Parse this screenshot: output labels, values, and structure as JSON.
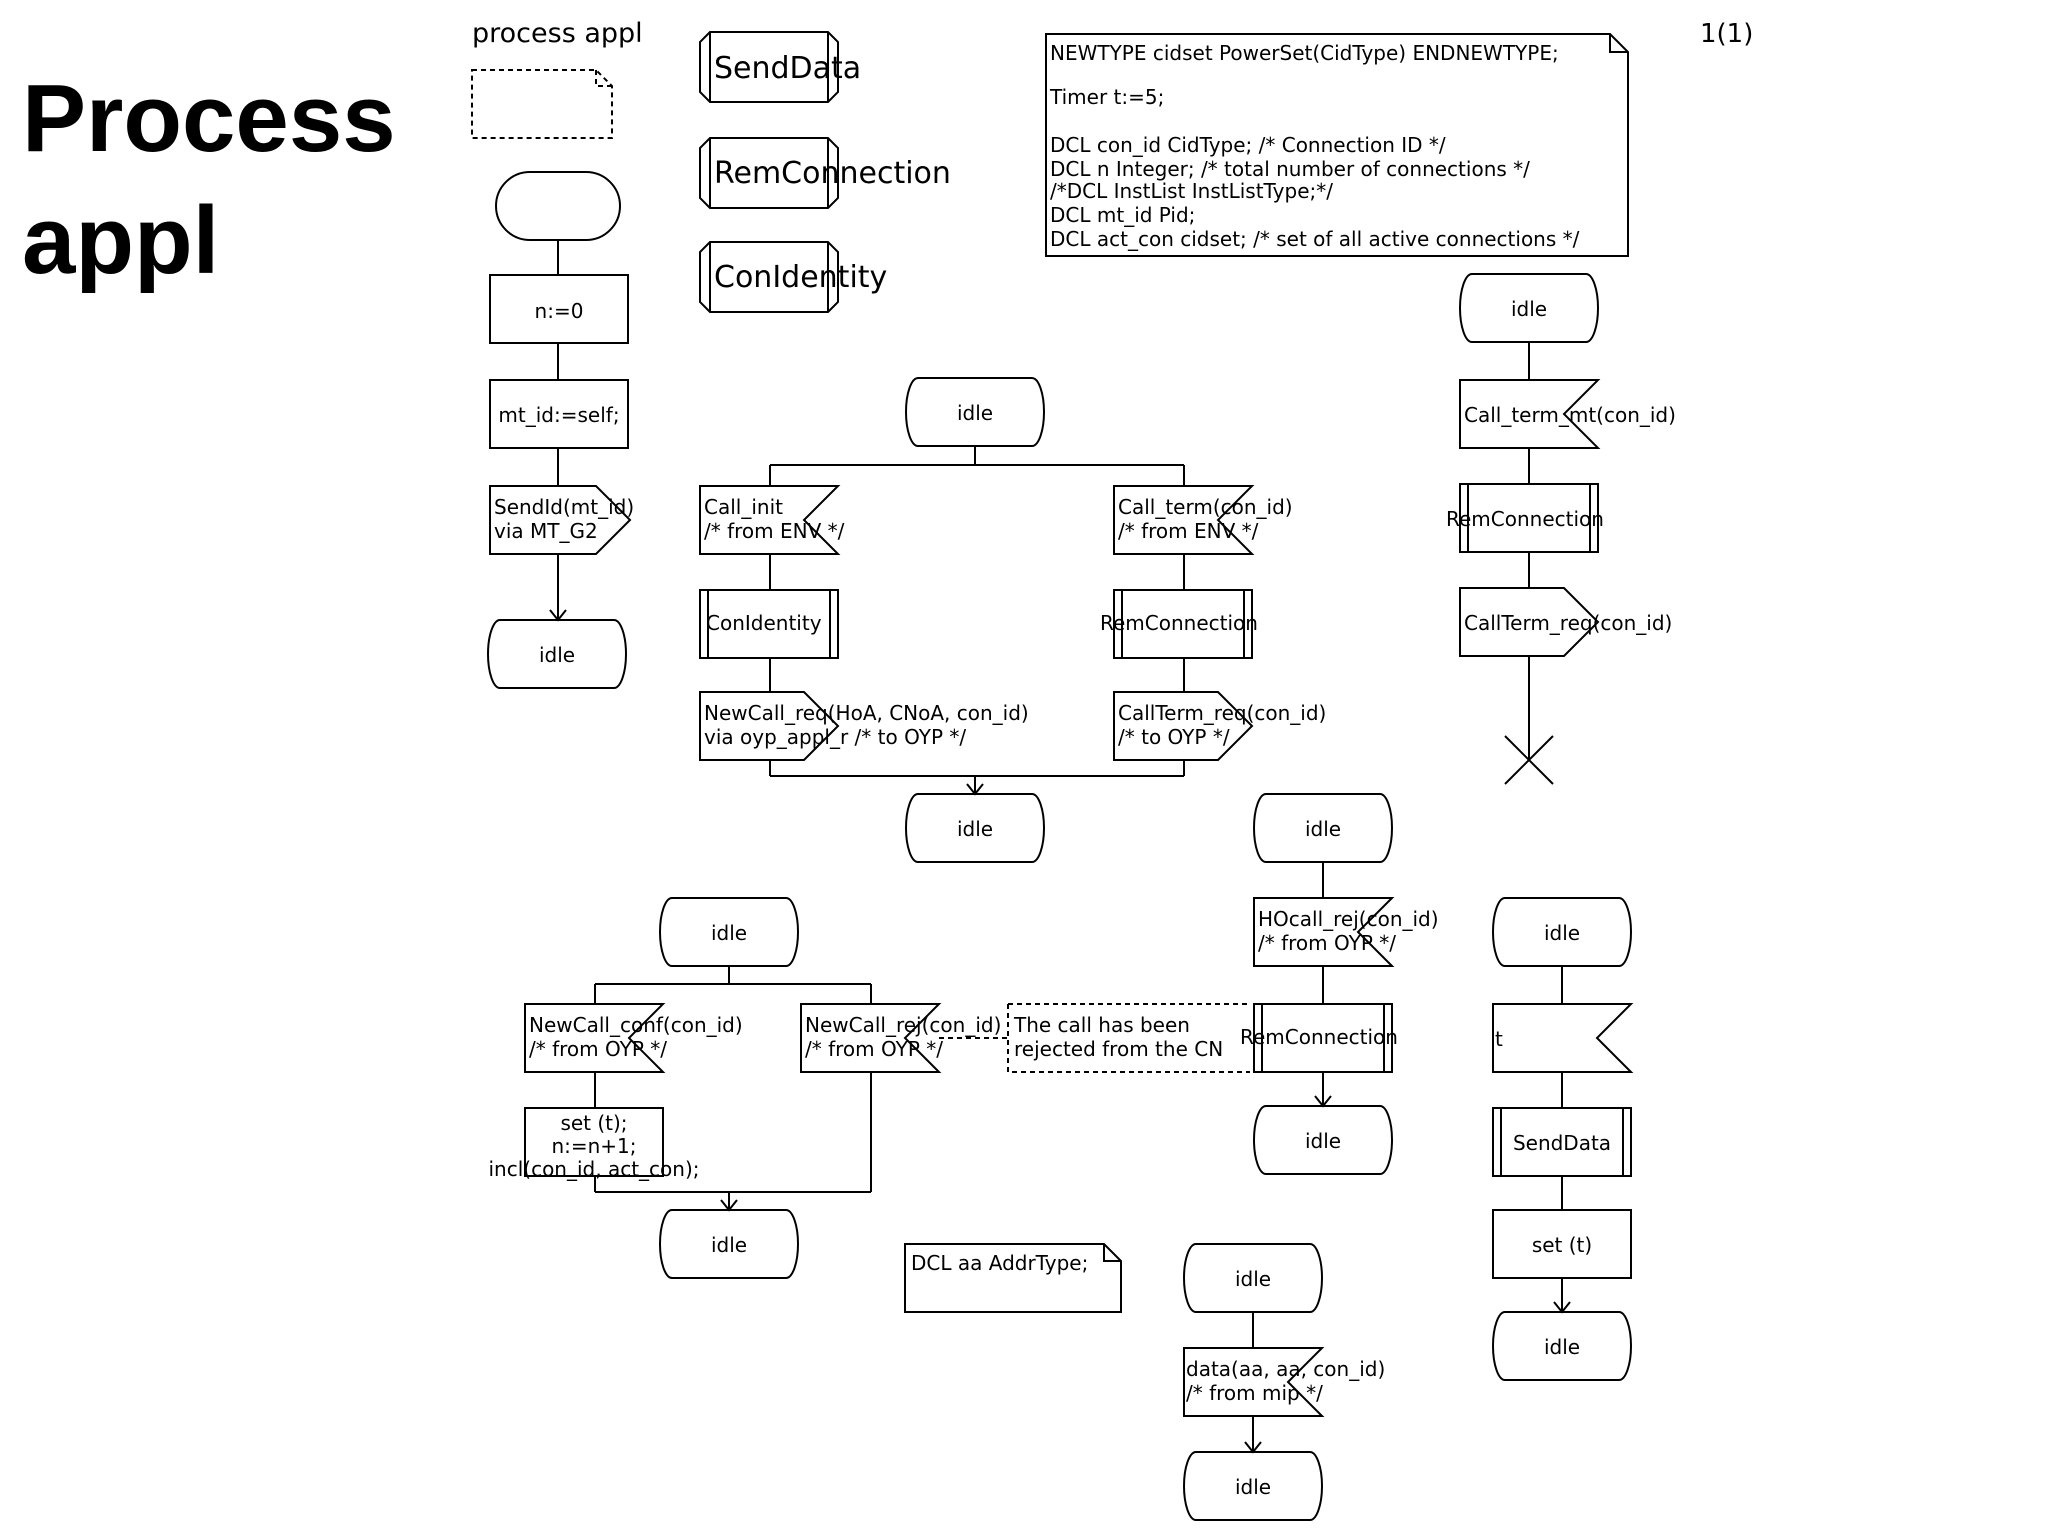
{
  "slide": {
    "title_line1": "Process",
    "title_line2": "appl"
  },
  "diagram": {
    "frame_label": "process appl",
    "page_number": "1(1)",
    "procedure_refs": [
      "SendData",
      "RemConnection",
      "ConIdentity"
    ],
    "declarations": [
      "NEWTYPE cidset PowerSet(CidType) ENDNEWTYPE;",
      "Timer t:=5;",
      "",
      "DCL con_id CidType;    /* Connection ID */",
      "DCL n  Integer;    /* total number of connections */",
      "/*DCL InstList InstListType;*/",
      "DCL mt_id Pid;",
      "DCL act_con cidset;    /* set of all active connections */"
    ],
    "declaration_2": "DCL aa AddrType;",
    "comment_rejected": [
      "The call has been",
      "rejected from the CN"
    ],
    "start_branch": {
      "task1": "n:=0",
      "task2": "mt_id:=self;",
      "output": [
        "SendId(mt_id)",
        "via MT_G2"
      ],
      "next_state": "idle"
    },
    "idle_center": {
      "state": "idle",
      "input_left": [
        "Call_init",
        "/* from ENV */"
      ],
      "call_left": "ConIdentity",
      "output_left": [
        "NewCall_req(HoA, CNoA, con_id)",
        "via oyp_appl_r /* to OYP */"
      ],
      "input_right": [
        "Call_term(con_id)",
        "/* from ENV */"
      ],
      "call_right": "RemConnection",
      "output_right": [
        "CallTerm_req(con_id)",
        "/* to OYP */"
      ],
      "next_state": "idle"
    },
    "idle_top_right": {
      "state": "idle",
      "input": "Call_term_mt(con_id)",
      "call": "RemConnection",
      "output": "CallTerm_req(con_id)"
    },
    "idle_conf": {
      "state": "idle",
      "input_left": [
        "NewCall_conf(con_id)",
        "/* from OYP */"
      ],
      "task": [
        "set (t);",
        "n:=n+1;",
        "incl(con_id, act_con);"
      ],
      "input_right": [
        "NewCall_rej(con_id)",
        "/* from OYP */"
      ],
      "next_state": "idle"
    },
    "idle_hocall": {
      "state": "idle",
      "input": [
        "HOcall_rej(con_id)",
        "/* from OYP */"
      ],
      "call": "RemConnection",
      "next_state": "idle"
    },
    "idle_timer": {
      "state": "idle",
      "input": "t",
      "call": "SendData",
      "task": "set (t)",
      "next_state": "idle"
    },
    "idle_data": {
      "state": "idle",
      "input": [
        "data(aa, aa, con_id)",
        "/* from mip */"
      ],
      "next_state": "idle"
    }
  }
}
